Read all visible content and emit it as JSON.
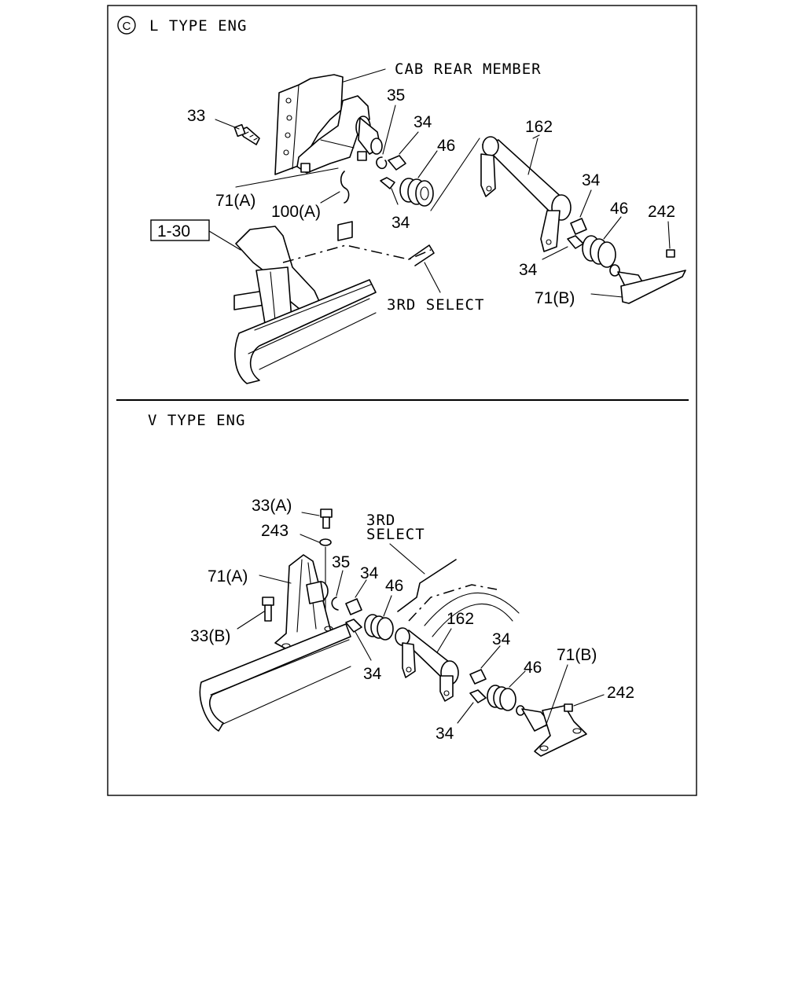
{
  "top_panel": {
    "title_symbol": "C",
    "title": "L TYPE ENG",
    "cab_rear_member": "CAB REAR MEMBER",
    "ref_box": "1-30",
    "select_label": "3RD SELECT",
    "callouts": {
      "c33": "33",
      "c35": "35",
      "c34_a": "34",
      "c46_a": "46",
      "c162": "162",
      "c71a": "71(A)",
      "c100a": "100(A)",
      "c34_b": "34",
      "c34_c": "34",
      "c46_b": "46",
      "c242": "242",
      "c34_d": "34",
      "c71b": "71(B)"
    }
  },
  "bottom_panel": {
    "title": "V TYPE ENG",
    "select_line1": "3RD",
    "select_line2": "SELECT",
    "callouts": {
      "c33a": "33(A)",
      "c243": "243",
      "c71a": "71(A)",
      "c35": "35",
      "c34_a": "34",
      "c46_a": "46",
      "c33b": "33(B)",
      "c162": "162",
      "c34_b": "34",
      "c34_c": "34",
      "c46_b": "46",
      "c71b": "71(B)",
      "c242": "242",
      "c34_d": "34"
    }
  }
}
